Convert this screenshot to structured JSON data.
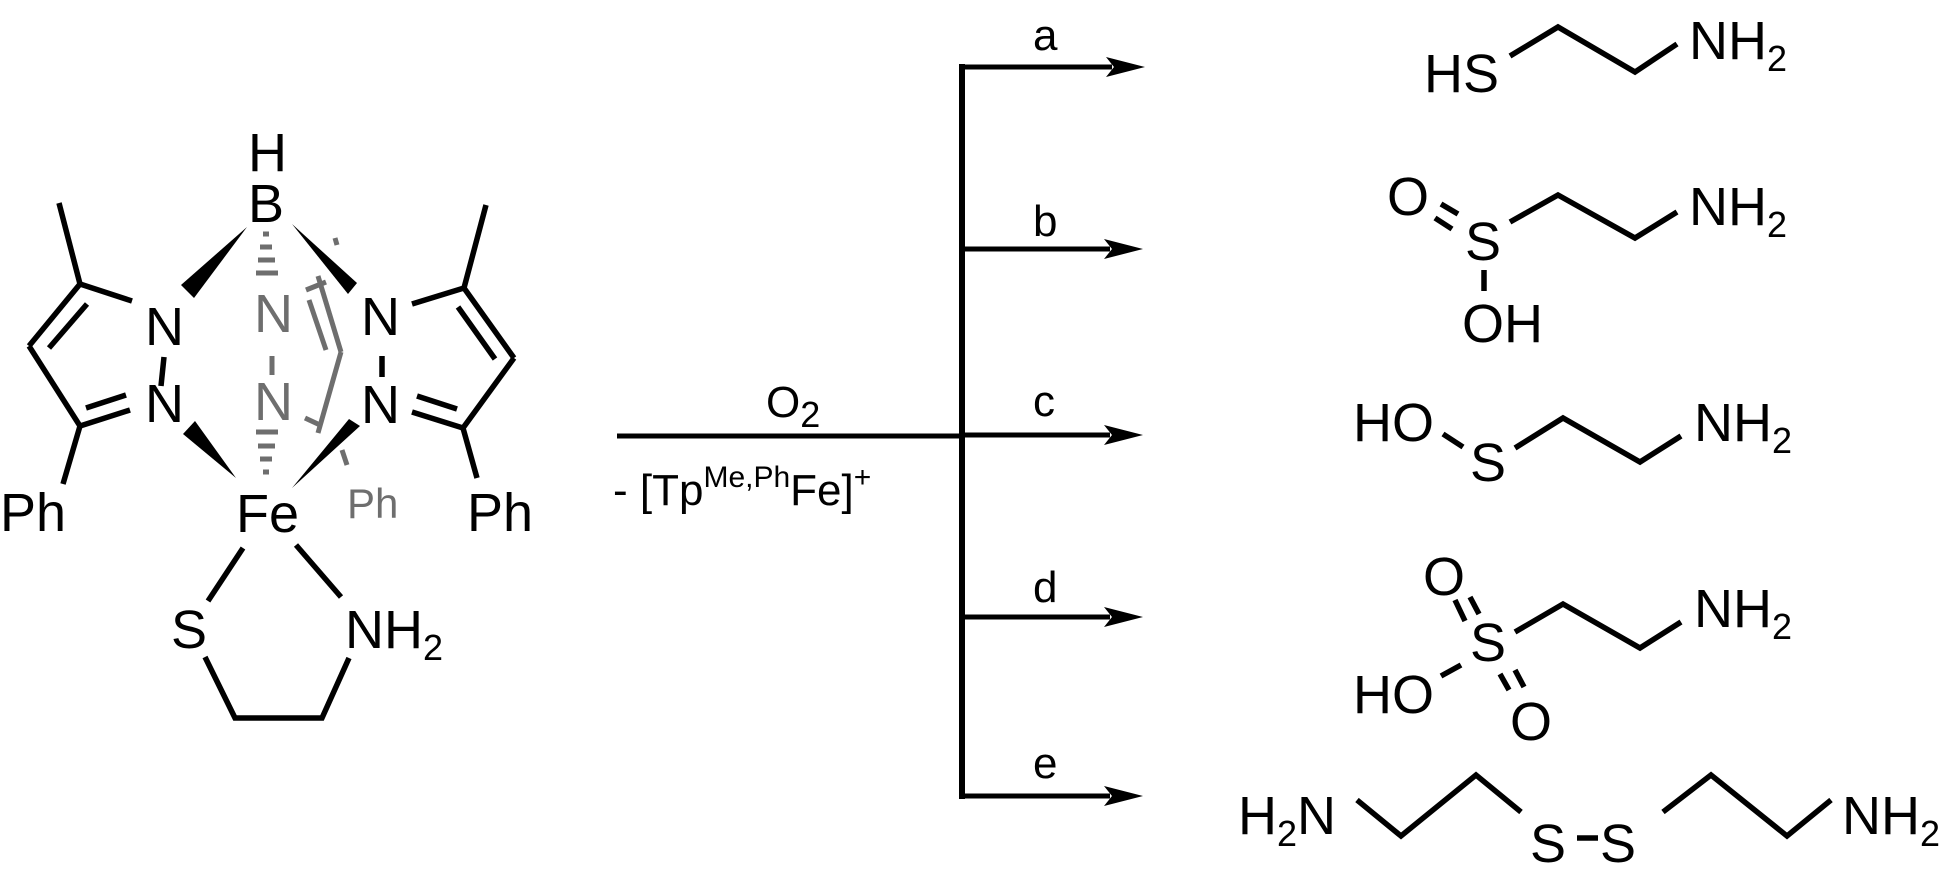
{
  "figure": {
    "description": "Reaction scheme: O2 oxidation of an iron(II) 2-aminoethanethiolate complex supported by a TpMe,Ph ligand, giving products a-e",
    "colors": {
      "ink": "#000000",
      "back_ligand": "#6e6e6e",
      "background": "#ffffff"
    }
  },
  "reactant": {
    "name": "TpMe,Ph Fe(II) cysteamine complex",
    "atoms": {
      "boron_h": "H",
      "boron": "B",
      "n_left_top": "N",
      "n_left_bottom": "N",
      "n_back_top": "N",
      "n_back_bottom": "N",
      "n_right_top": "N",
      "n_right_bottom": "N",
      "iron": "Fe",
      "sulfur": "S",
      "amine_n": "NH",
      "amine_sub": "2",
      "ph_left": "Ph",
      "ph_back": "Ph",
      "ph_right": "Ph"
    }
  },
  "conditions": {
    "reagent": "O",
    "reagent_sub": "2",
    "byproduct_prefix": "- [Tp",
    "byproduct_sup": "Me,Ph",
    "byproduct_mid": "Fe]",
    "byproduct_charge": "+"
  },
  "branches": [
    {
      "label": "a"
    },
    {
      "label": "b"
    },
    {
      "label": "c"
    },
    {
      "label": "d"
    },
    {
      "label": "e"
    }
  ],
  "products": {
    "a": {
      "name": "cysteamine",
      "thiol": "HS",
      "amine": "NH",
      "amine_sub": "2"
    },
    "b": {
      "name": "hypotaurine",
      "oxo": "O",
      "sulfur": "S",
      "hydroxyl": "OH",
      "amine": "NH",
      "amine_sub": "2"
    },
    "c": {
      "name": "2-aminoethanesulfenic acid",
      "hydroxyl": "HO",
      "sulfur": "S",
      "amine": "NH",
      "amine_sub": "2"
    },
    "d": {
      "name": "taurine",
      "oxo_top": "O",
      "oxo_bottom": "O",
      "sulfur": "S",
      "hydroxyl": "HO",
      "amine": "NH",
      "amine_sub": "2"
    },
    "e": {
      "name": "cystamine",
      "amine_left": "H",
      "amine_left_sub": "2",
      "amine_left_n": "N",
      "sulfur_1": "S",
      "sulfur_2": "S",
      "amine_right": "NH",
      "amine_right_sub": "2"
    }
  }
}
